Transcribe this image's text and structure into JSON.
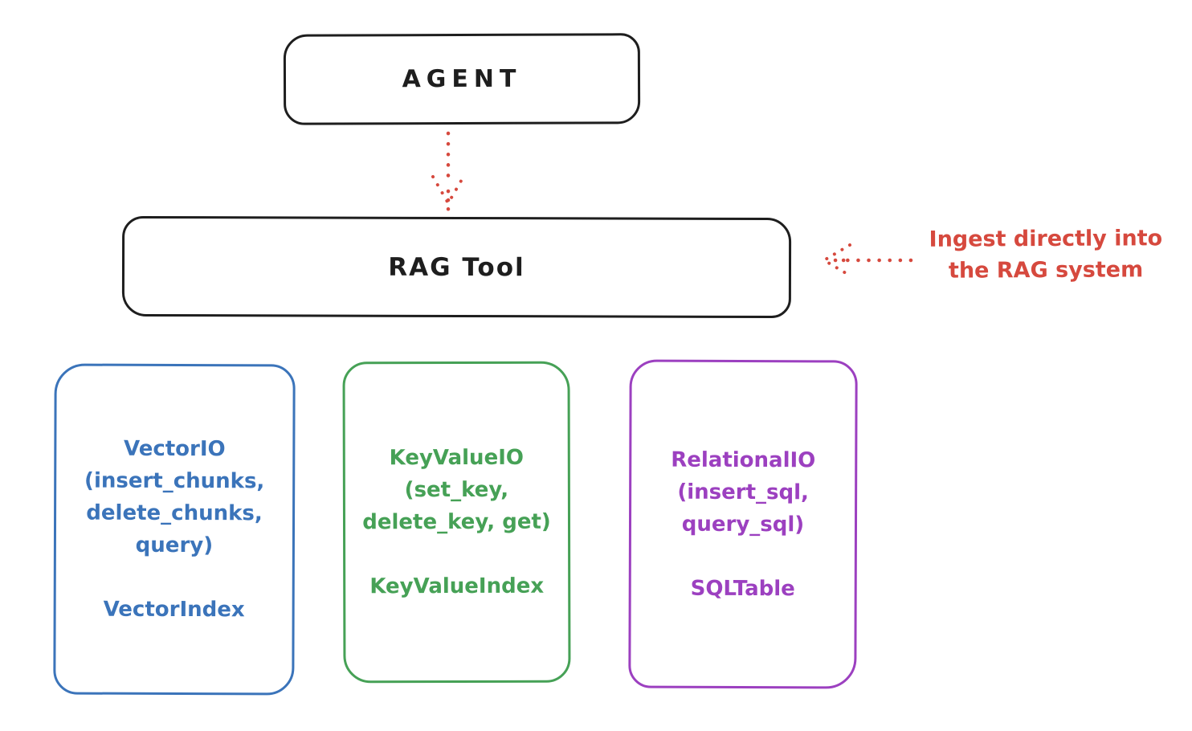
{
  "diagram": {
    "agent": {
      "label": "AGENT"
    },
    "rag_tool": {
      "label": "RAG Tool"
    },
    "ingest_note": {
      "line1": "Ingest directly into",
      "line2": "the RAG system"
    },
    "colors": {
      "ink": "#1e1e1e",
      "red": "#d6493e",
      "blue": "#3b74ba",
      "green": "#46a156",
      "purple": "#9c40c0",
      "background": "#ffffff"
    },
    "backends": [
      {
        "name": "VectorIO",
        "lines": [
          "VectorIO",
          "(insert_chunks,",
          "delete_chunks,",
          "query)"
        ],
        "index": "VectorIndex",
        "color": "#3b74ba"
      },
      {
        "name": "KeyValueIO",
        "lines": [
          "KeyValueIO",
          "(set_key,",
          "delete_key, get)"
        ],
        "index": "KeyValueIndex",
        "color": "#46a156"
      },
      {
        "name": "RelationalIO",
        "lines": [
          "RelationalIO",
          "(insert_sql,",
          "query_sql)"
        ],
        "index": "SQLTable",
        "color": "#9c40c0"
      }
    ]
  }
}
